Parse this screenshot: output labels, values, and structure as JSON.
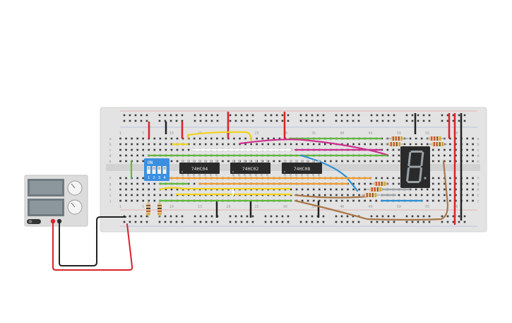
{
  "breadboard": {
    "col_labels_top": [
      "1",
      "5",
      "10",
      "15",
      "20",
      "25",
      "30",
      "35",
      "40",
      "45",
      "50",
      "55",
      "60"
    ],
    "col_labels_bottom": [
      "1",
      "5",
      "10",
      "15",
      "20",
      "25",
      "30",
      "35",
      "40",
      "45",
      "50",
      "55",
      "60"
    ],
    "row_labels_top": [
      "a",
      "b",
      "c",
      "d",
      "e"
    ],
    "row_labels_bottom": [
      "f",
      "g",
      "h",
      "i",
      "j"
    ]
  },
  "chips": [
    {
      "label": "74HC04"
    },
    {
      "label": "74HC02"
    },
    {
      "label": "74HC08"
    }
  ],
  "dip_switch": {
    "on_label": "ON",
    "position_labels": [
      "1",
      "2",
      "3",
      "4"
    ]
  },
  "seven_segment": {
    "digit": "8",
    "color": "#9aa2a8"
  },
  "power_supply": {
    "knob_labels": [
      "",
      ""
    ]
  },
  "colors": {
    "board": "#e3e3e3",
    "rail_red": "#d9232a",
    "rail_black": "#222222",
    "wire_yellow": "#f2d21b",
    "wire_green": "#5fb83a",
    "wire_magenta": "#cc2f8f",
    "wire_blue": "#2b8fd6",
    "wire_brown": "#a8784a",
    "wire_orange": "#f29b2a",
    "chip": "#2a2a2a",
    "dip_blue": "#3a8fe0"
  }
}
